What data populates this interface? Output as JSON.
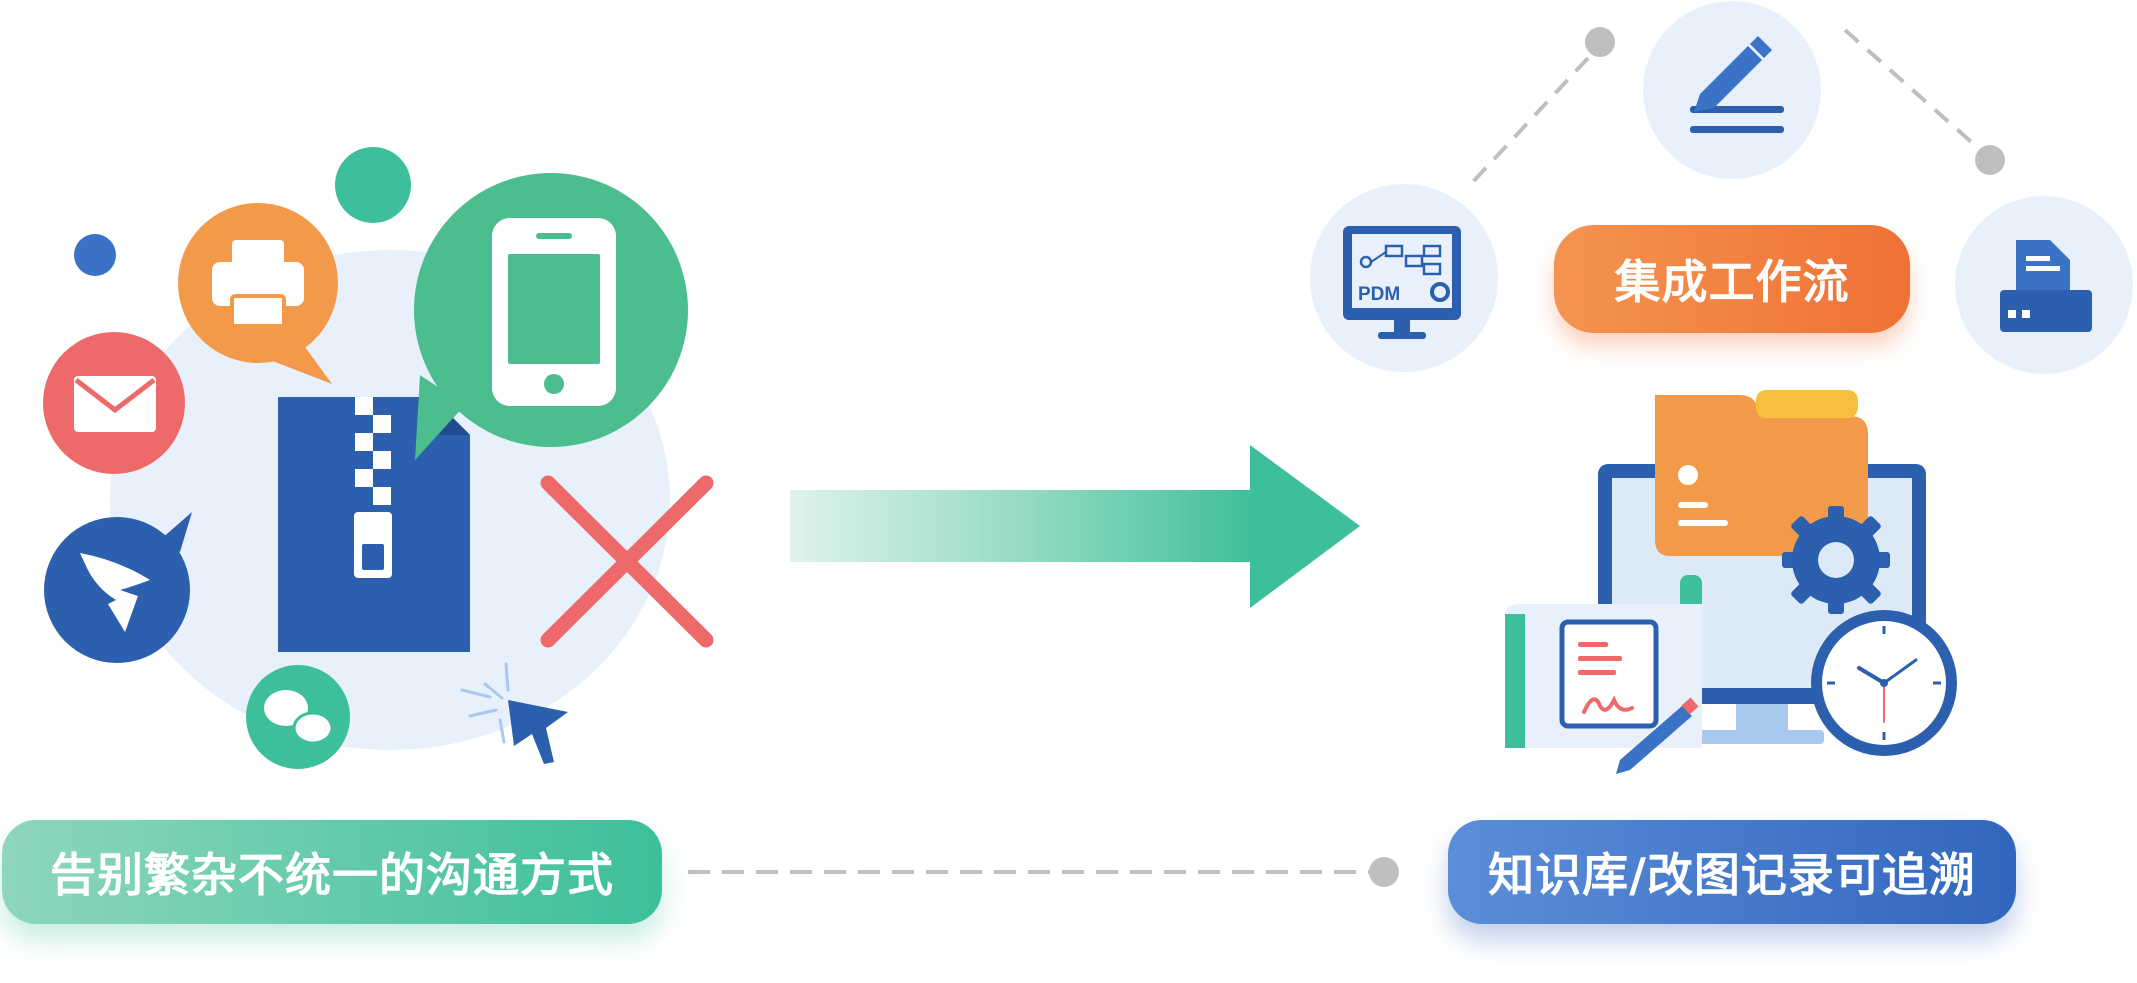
{
  "labels": {
    "left_caption": "告别繁杂不统一的沟通方式",
    "right_caption": "知识库/改图记录可追溯",
    "workflow_badge": "集成工作流",
    "pdm_text": "PDM"
  },
  "colors": {
    "green": "#3cbf9a",
    "blue": "#2c5fae",
    "orange": "#f29a4a",
    "red": "#ee6a6a",
    "light_blue_bg": "#e8f1fb",
    "gray_dot": "#bfbfbf"
  },
  "icons": {
    "left_group": [
      "printer-icon",
      "mobile-phone-icon",
      "mail-icon",
      "dingtalk-icon",
      "wechat-icon",
      "zip-file-icon",
      "cross-icon",
      "cursor-icon"
    ],
    "right_group": [
      "pdm-monitor-icon",
      "pen-edit-icon",
      "printer-document-icon",
      "folder-icon",
      "gear-icon",
      "clock-icon",
      "document-sign-icon"
    ]
  }
}
